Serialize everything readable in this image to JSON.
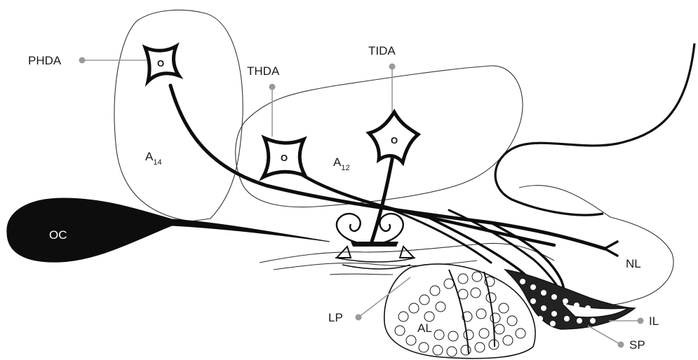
{
  "diagram": {
    "neurons": [
      {
        "id": "phda",
        "label": "PHDA",
        "soma_text": "O"
      },
      {
        "id": "thda",
        "label": "THDA",
        "soma_text": "O"
      },
      {
        "id": "tida",
        "label": "TIDA",
        "soma_text": "O"
      }
    ],
    "regions": {
      "a14": {
        "main": "A",
        "sub": "14"
      },
      "a12": {
        "main": "A",
        "sub": "12"
      },
      "oc": "OC",
      "nl": "NL",
      "lp": "LP",
      "al": "AL",
      "il": "IL",
      "sp": "SP"
    }
  }
}
